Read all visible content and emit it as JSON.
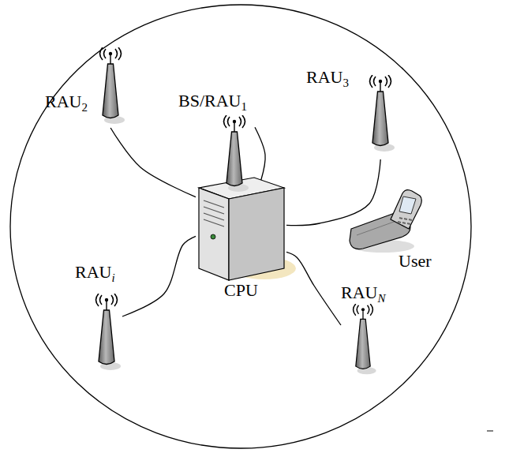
{
  "diagram": {
    "nodes": [
      {
        "text": [
          "RAU",
          "2"
        ]
      },
      {
        "text": [
          "BS/RAU",
          "1"
        ]
      },
      {
        "text": [
          "RAU",
          "3"
        ]
      },
      {
        "text": [
          "CPU"
        ]
      },
      {
        "text": [
          "User"
        ]
      },
      {
        "text": [
          "RAU",
          "i"
        ]
      },
      {
        "text": [
          "RAU",
          "N"
        ]
      }
    ],
    "edges": [
      {
        "from": 0,
        "to": 3,
        "arrow": "none"
      },
      {
        "from": 1,
        "to": 3,
        "arrow": "none"
      },
      {
        "from": 2,
        "to": 3,
        "arrow": "none"
      },
      {
        "from": 5,
        "to": 3,
        "arrow": "none"
      },
      {
        "from": 6,
        "to": 3,
        "arrow": "none"
      }
    ]
  }
}
